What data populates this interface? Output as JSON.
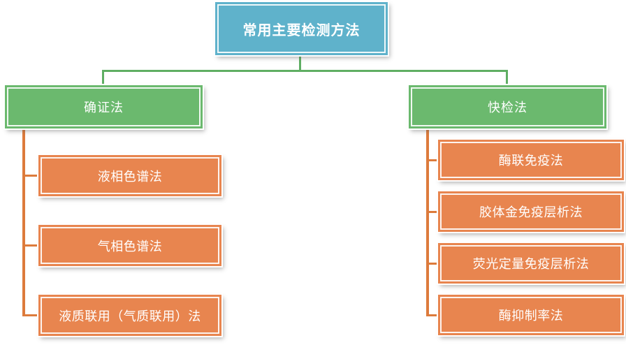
{
  "diagram": {
    "title": "常用主要检测方法",
    "branches": [
      {
        "label": "确证法",
        "children": [
          "液相色谱法",
          "气相色谱法",
          "液质联用（气质联用）法"
        ]
      },
      {
        "label": "快检法",
        "children": [
          "酶联免疫法",
          "胶体金免疫层析法",
          "荧光定量免疫层析法",
          "酶抑制率法"
        ]
      }
    ],
    "colors": {
      "root_fill": "#5fb2cb",
      "branch_fill": "#6bb96e",
      "leaf_fill": "#e8854f",
      "connector_green": "#5fae63",
      "connector_orange": "#dd7b3c",
      "text": "#ffffff"
    }
  }
}
